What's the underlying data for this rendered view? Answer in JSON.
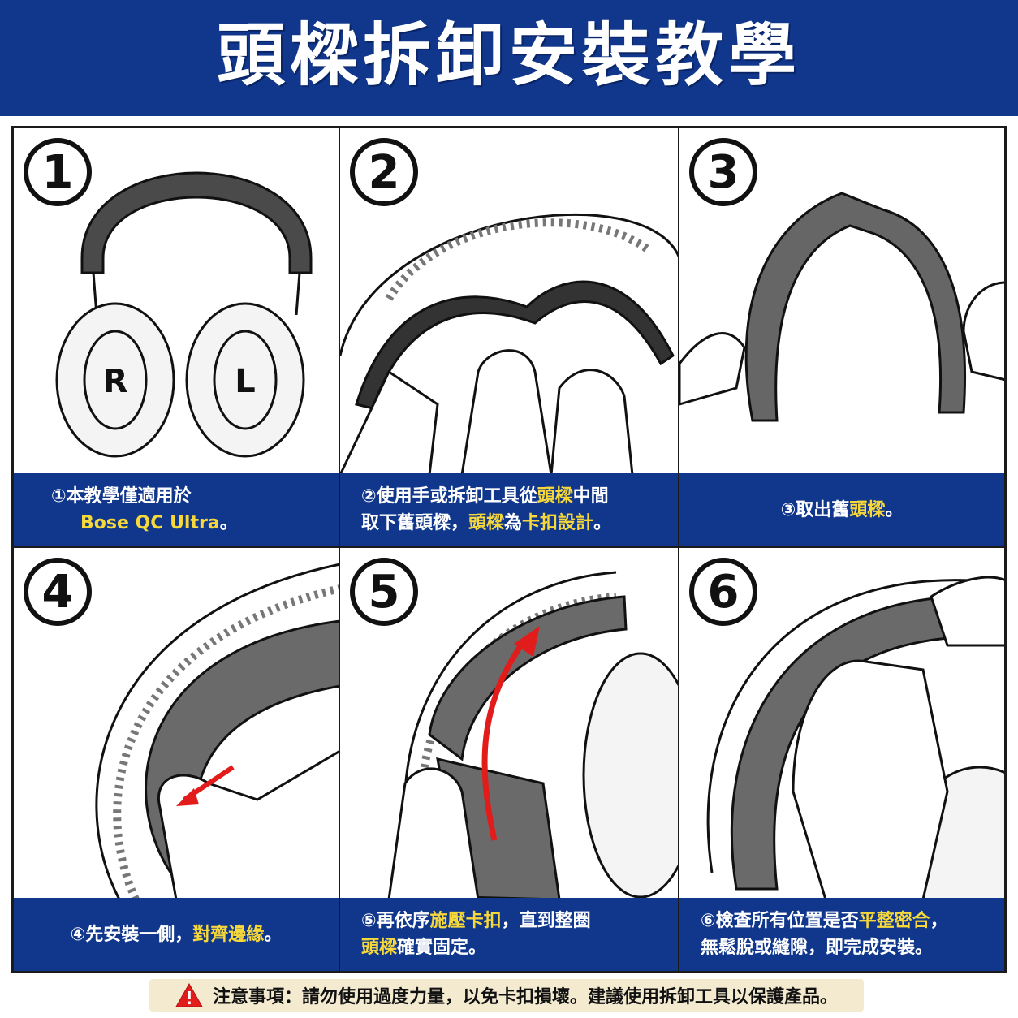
{
  "header": {
    "title": "頭樑拆卸安裝教學"
  },
  "steps": [
    {
      "number": "1",
      "caption_line1": "①本教學僅適用於",
      "caption_line2_hl": "Bose QC Ultra",
      "caption_line2_tail": "。",
      "ear_labels": [
        "R",
        "L"
      ]
    },
    {
      "number": "2",
      "caption_a": "②使用手或拆卸工具從",
      "caption_b_hl": "頭樑",
      "caption_c": "中間",
      "caption_d": "取下舊頭樑，",
      "caption_e_hl": "頭樑",
      "caption_f": "為",
      "caption_g_hl": "卡扣設計",
      "caption_h": "。"
    },
    {
      "number": "3",
      "caption_a": "③取出舊",
      "caption_b_hl": "頭樑",
      "caption_c": "。"
    },
    {
      "number": "4",
      "caption_a": "④先安裝一側，",
      "caption_b_hl": "對齊邊緣",
      "caption_c": "。"
    },
    {
      "number": "5",
      "caption_a": "⑤再依序",
      "caption_b_hl": "施壓卡扣",
      "caption_c": "，直到整圈",
      "caption_d_hl": "頭樑",
      "caption_e": "確實固定。"
    },
    {
      "number": "6",
      "caption_a": "⑥檢查所有位置是否",
      "caption_b_hl": "平整密合",
      "caption_c": "，",
      "caption_d": "無鬆脫或縫隙，即完成安裝。"
    }
  ],
  "notice": {
    "text": "注意事項：請勿使用過度力量，以免卡扣損壞。建議使用拆卸工具以保護產品。",
    "icon": "warning-triangle-icon"
  },
  "colors": {
    "header_bg": "#10378c",
    "highlight": "#f6d83a",
    "arrow": "#e21b1b",
    "notice_bg": "#f3ead0"
  }
}
